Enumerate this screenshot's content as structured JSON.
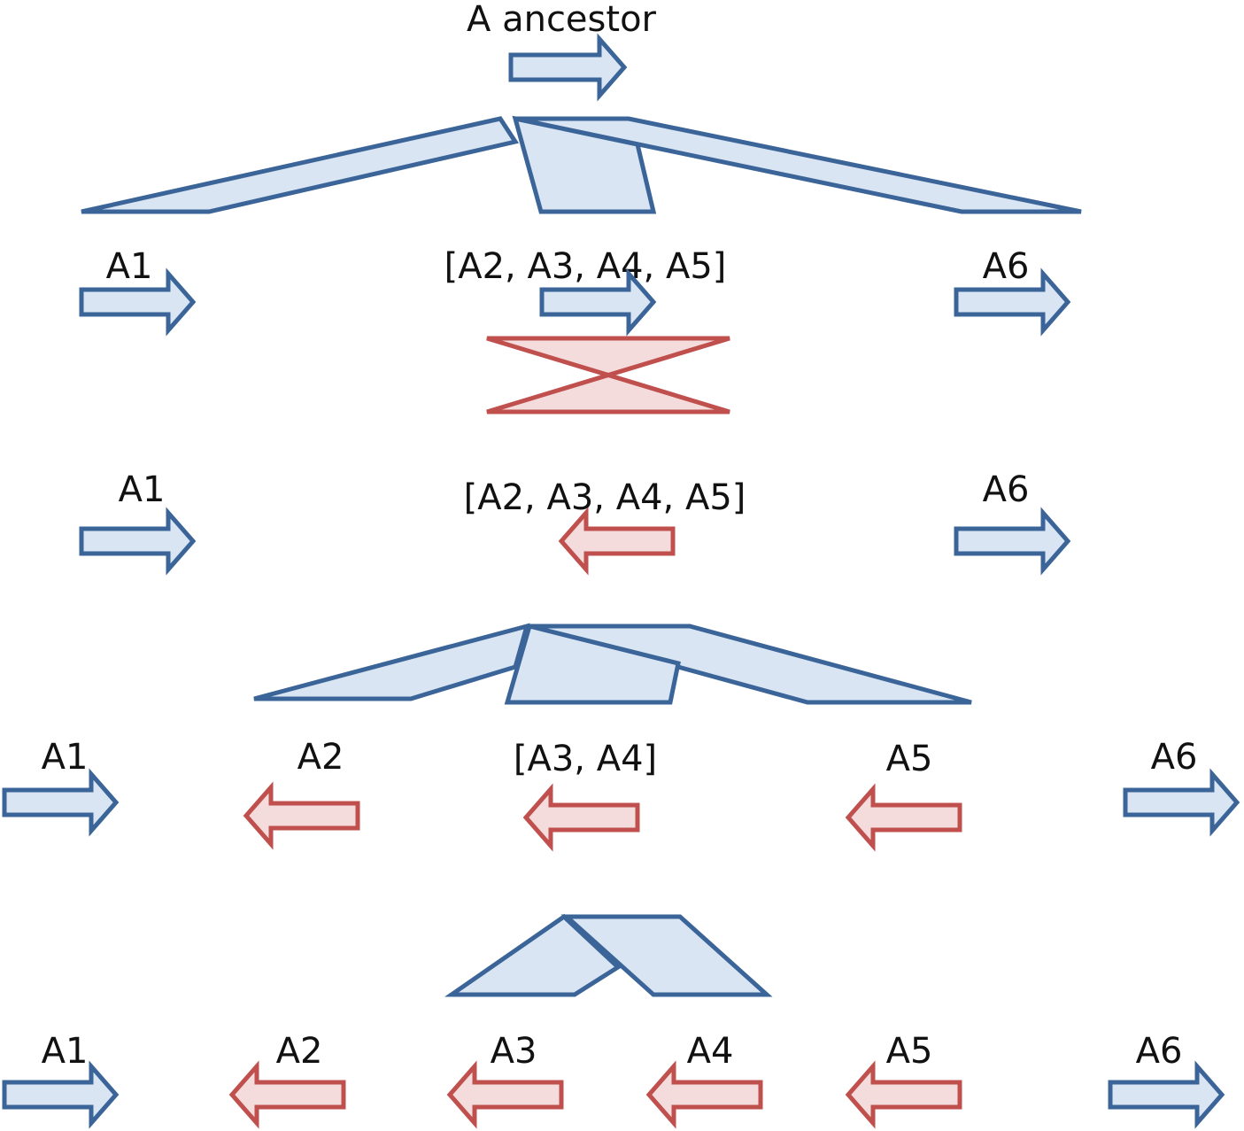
{
  "labels": {
    "ancestor": "A ancestor",
    "r1_a1": "A1",
    "r1_mid": "[A2, A3, A4, A5]",
    "r1_a6": "A6",
    "r2_a1": "A1",
    "r2_mid": "[A2, A3, A4, A5]",
    "r2_a6": "A6",
    "r3_a1": "A1",
    "r3_a2": "A2",
    "r3_mid": "[A3, A4]",
    "r3_a5": "A5",
    "r3_a6": "A6",
    "r4_a1": "A1",
    "r4_a2": "A2",
    "r4_a3": "A3",
    "r4_a4": "A4",
    "r4_a5": "A5",
    "r4_a6": "A6"
  },
  "colors": {
    "forward_fill": "#dae5f3",
    "forward_stroke": "#3b6598",
    "reverse_fill": "#f5dcdc",
    "reverse_stroke": "#c0504d"
  }
}
